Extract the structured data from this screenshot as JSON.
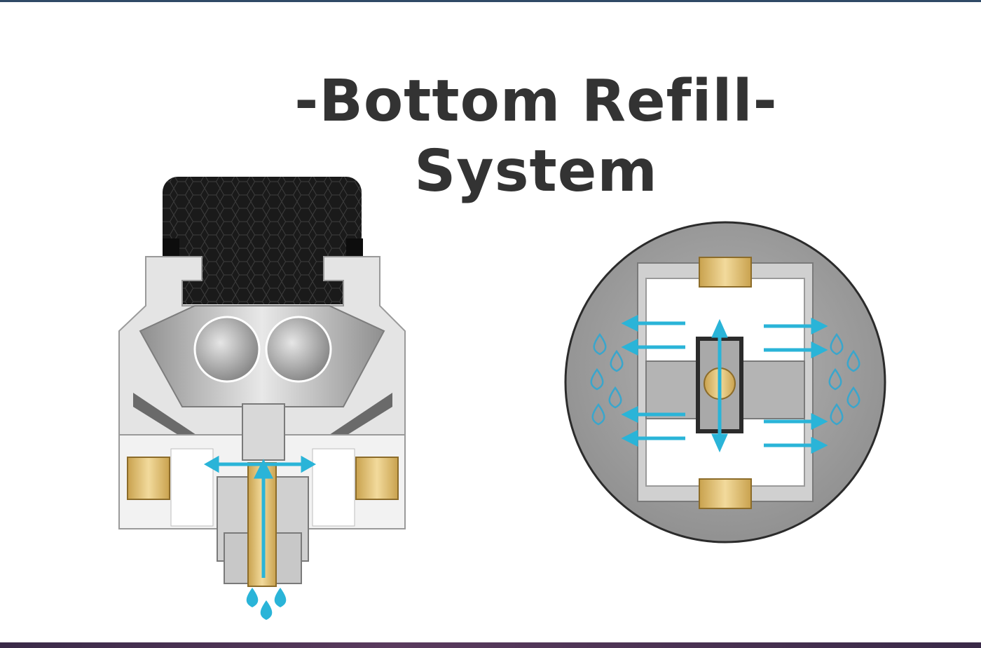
{
  "heading": {
    "line1": "-Bottom Refill-",
    "line2": "System"
  },
  "colors": {
    "top_rule": "#2f4a66",
    "bottom_rule": "#4a3353",
    "title_text": "#333333",
    "steel": "#b9b9b9",
    "brass": "#e2c27a",
    "drip_tip": "#1c1c1c",
    "flow_arrow": "#2ab4d8"
  },
  "illustrations": [
    {
      "name": "side-cutaway",
      "icon": "atomizer-cutaway-icon"
    },
    {
      "name": "top-view-deck",
      "icon": "atomizer-deck-top-icon"
    }
  ]
}
